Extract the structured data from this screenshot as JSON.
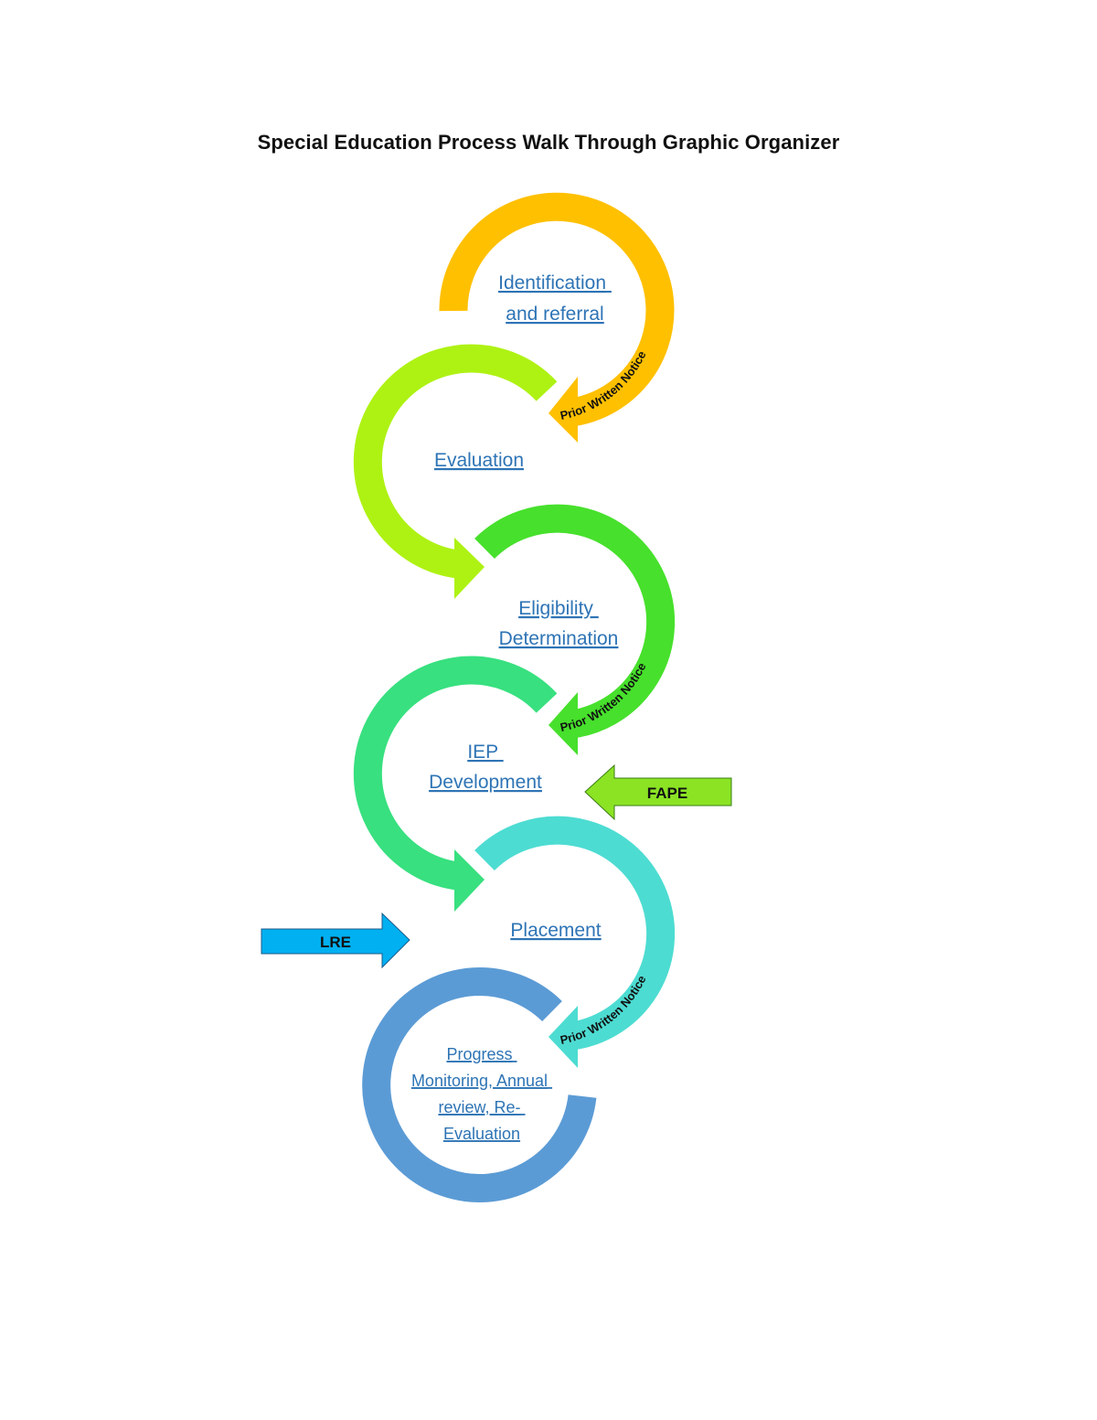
{
  "title": "Special Education Process Walk Through Graphic Organizer",
  "colors": {
    "identification": "#ffc000",
    "evaluation": "#aef214",
    "eligibility": "#47e02c",
    "iep": "#38e07f",
    "placement": "#4ddcd2",
    "progress": "#5b9bd5",
    "label": "#2e74b5",
    "fape_arrow": "#8be324",
    "lre_arrow": "#00b0f0"
  },
  "stages": {
    "identification": {
      "lines": [
        "Identification",
        "and referral"
      ]
    },
    "evaluation": {
      "lines": [
        "Evaluation"
      ]
    },
    "eligibility": {
      "lines": [
        "Eligibility",
        "Determination"
      ]
    },
    "iep": {
      "lines": [
        "IEP",
        "Development"
      ]
    },
    "placement": {
      "lines": [
        "Placement"
      ]
    },
    "progress": {
      "lines": [
        "Progress",
        "Monitoring, Annual",
        "review, Re-",
        "Evaluation"
      ]
    }
  },
  "notices": {
    "notice_1": "Prior Written Notice",
    "notice_2": "Prior Written Notice",
    "notice_3": "Prior Written Notice"
  },
  "side_arrows": {
    "fape": "FAPE",
    "lre": "LRE"
  }
}
